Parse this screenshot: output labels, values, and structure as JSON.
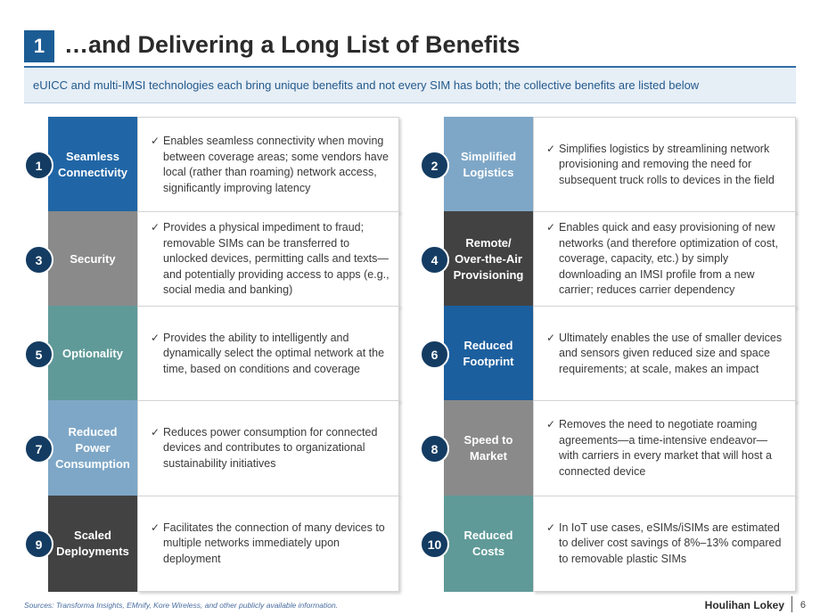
{
  "header": {
    "section_number": "1",
    "title": "…and Delivering a Long List of Benefits",
    "subtitle": "eUICC and multi-IMSI technologies each bring unique benefits and not every SIM has both; the collective benefits are listed below"
  },
  "benefits": [
    {
      "number": "1",
      "label": "Seamless Connectivity",
      "color": "#2066a6",
      "text": "Enables seamless connectivity when moving between coverage areas; some vendors have local (rather than roaming) network access, significantly improving latency"
    },
    {
      "number": "2",
      "label": "Simplified Logistics",
      "color": "#7ea7c7",
      "text": "Simplifies logistics by streamlining network provisioning and removing the need for subsequent truck rolls to devices in the field"
    },
    {
      "number": "3",
      "label": "Security",
      "color": "#8a8a8a",
      "text": "Provides a physical impediment to fraud; removable SIMs can be transferred to unlocked devices, permitting calls and texts—and potentially providing access to apps (e.g., social media and banking)"
    },
    {
      "number": "4",
      "label": "Remote/ Over-the-Air Provisioning",
      "color": "#424242",
      "text": "Enables quick and easy provisioning of new networks (and therefore optimization of cost, coverage, capacity, etc.) by simply downloading an IMSI profile from a new carrier; reduces carrier dependency"
    },
    {
      "number": "5",
      "label": "Optionality",
      "color": "#5f9a98",
      "text": "Provides the ability to intelligently and dynamically select the optimal network at the time, based on conditions and coverage"
    },
    {
      "number": "6",
      "label": "Reduced Footprint",
      "color": "#1c5f9e",
      "text": "Ultimately enables the use of smaller devices and sensors given reduced size and space requirements; at scale, makes an impact"
    },
    {
      "number": "7",
      "label": "Reduced Power Consumption",
      "color": "#7ea7c7",
      "text": "Reduces power consumption for connected devices and contributes to organizational sustainability initiatives"
    },
    {
      "number": "8",
      "label": "Speed to Market",
      "color": "#8a8a8a",
      "text": "Removes the need to negotiate roaming agreements—a time-intensive endeavor—with carriers in every market that will host a connected device"
    },
    {
      "number": "9",
      "label": "Scaled Deployments",
      "color": "#424242",
      "text": "Facilitates the connection of many devices to multiple networks immediately upon deployment"
    },
    {
      "number": "10",
      "label": "Reduced Costs",
      "color": "#5f9a98",
      "text": "In IoT use cases, eSIMs/iSIMs are estimated to deliver cost savings of 8%–13% compared to removable plastic SIMs"
    }
  ],
  "footer": {
    "sources": "Sources: Transforma Insights, EMnify, Kore Wireless, and other publicly available information.",
    "logo": "Houlihan Lokey",
    "page_number": "6"
  },
  "icons": {
    "bullet": "checkmark-icon"
  }
}
